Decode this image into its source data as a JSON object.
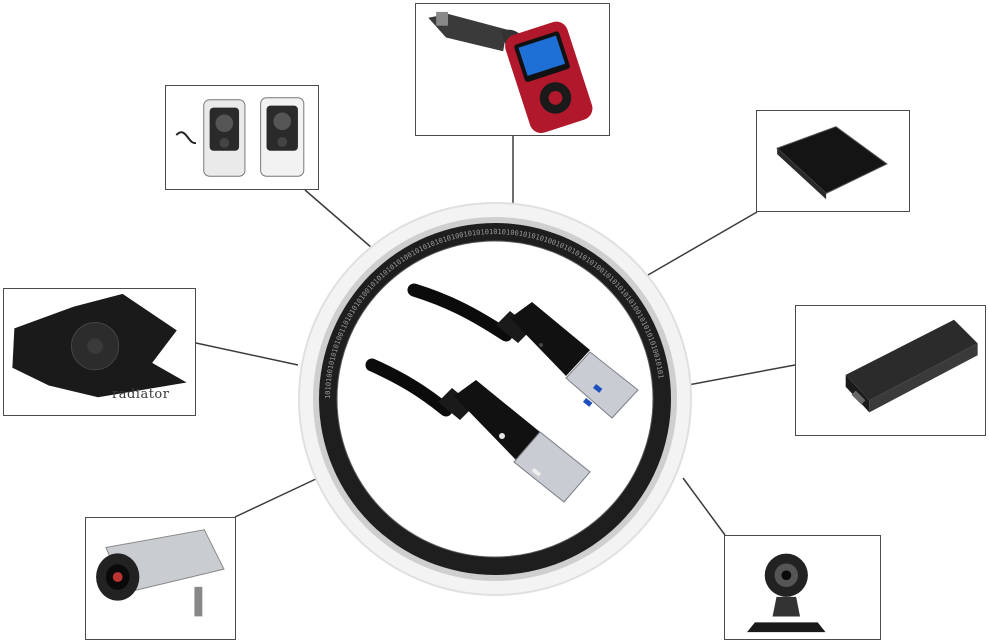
{
  "hub": {
    "label": "USB 3.0 cable connecting devices",
    "ring_text": "1010100101010100110101010100101010101010010101010101001010101010100101010100101010101010010101010101001010101010010101"
  },
  "devices": [
    {
      "id": "speakers",
      "caption": ""
    },
    {
      "id": "car-fm-transmitter",
      "caption": ""
    },
    {
      "id": "external-hdd-black",
      "caption": ""
    },
    {
      "id": "cooling-pad",
      "caption": "radiator"
    },
    {
      "id": "hdd-enclosure",
      "caption": ""
    },
    {
      "id": "security-camera",
      "caption": ""
    },
    {
      "id": "webcam",
      "caption": ""
    }
  ],
  "colors": {
    "border": "#4a4a4a",
    "ring_outer": "#e6e6e6",
    "ring_dark": "#1a1a1a",
    "cable": "#0b0b0b",
    "usb_blue": "#1f4fbf",
    "fm_red": "#b1182b"
  }
}
